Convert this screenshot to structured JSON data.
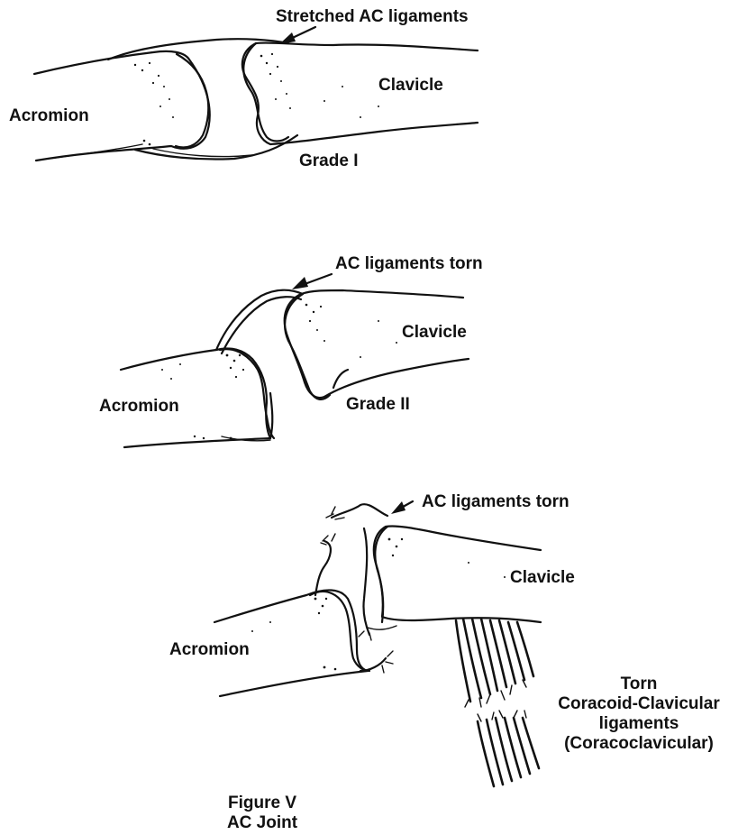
{
  "panels": [
    {
      "pointer_label": "Stretched AC ligaments",
      "clavicle_label": "Clavicle",
      "acromion_label": "Acromion",
      "grade_label": "Grade I"
    },
    {
      "pointer_label": "AC ligaments torn",
      "clavicle_label": "Clavicle",
      "acromion_label": "Acromion",
      "grade_label": "Grade II"
    },
    {
      "pointer_label": "AC ligaments torn",
      "clavicle_label": "Clavicle",
      "acromion_label": "Acromion",
      "cc_label_lines": [
        "Torn",
        "Coracoid-Clavicular",
        "ligaments",
        "(Coracoclavicular)"
      ]
    }
  ],
  "figure_caption": {
    "line1": "Figure V",
    "line2": "AC Joint"
  },
  "colors": {
    "ink": "#111111",
    "background": "#ffffff"
  }
}
